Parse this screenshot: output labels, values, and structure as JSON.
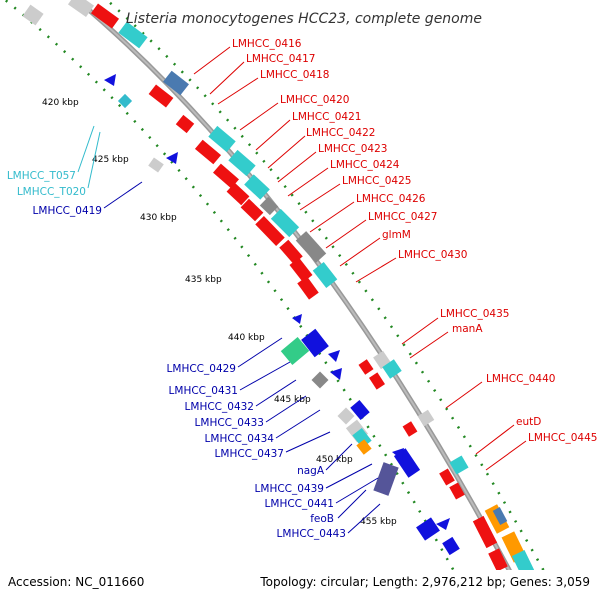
{
  "title": "Listeria monocytogenes HCC23, complete genome",
  "footer": {
    "accession": "Accession: NC_011660",
    "summary": "Topology: circular; Length: 2,976,212 bp; Genes: 3,059"
  },
  "colors": {
    "forward_label": "#dd0000",
    "reverse_label": "#0000aa",
    "rna_label": "#33bbcc",
    "cds_forward": "#ee1111",
    "cds_reverse": "#1111dd",
    "teal": "#33cccc",
    "gray": "#888888",
    "lightgray": "#cccccc",
    "orange": "#ff9900",
    "steelblue": "#4a7ab0",
    "purple": "#555599",
    "green": "#33cc88",
    "tick_dots": "#228822",
    "backbone": "#999999"
  },
  "ticks": [
    "420 kbp",
    "425 kbp",
    "430 kbp",
    "435 kbp",
    "440 kbp",
    "445 kbp",
    "450 kbp",
    "455 kbp"
  ],
  "forward_labels": [
    "LMHCC_0416",
    "LMHCC_0417",
    "LMHCC_0418",
    "LMHCC_0420",
    "LMHCC_0421",
    "LMHCC_0422",
    "LMHCC_0423",
    "LMHCC_0424",
    "LMHCC_0425",
    "LMHCC_0426",
    "LMHCC_0427",
    "glmM",
    "LMHCC_0430",
    "LMHCC_0435",
    "manA",
    "LMHCC_0440",
    "eutD",
    "LMHCC_0445"
  ],
  "reverse_labels": [
    "LMHCC_0419",
    "LMHCC_0429",
    "LMHCC_0431",
    "LMHCC_0432",
    "LMHCC_0433",
    "LMHCC_0434",
    "LMHCC_0437",
    "nagA",
    "LMHCC_0439",
    "LMHCC_0441",
    "feoB",
    "LMHCC_0443"
  ],
  "rna_labels": [
    "LMHCC_T057",
    "LMHCC_T020"
  ]
}
